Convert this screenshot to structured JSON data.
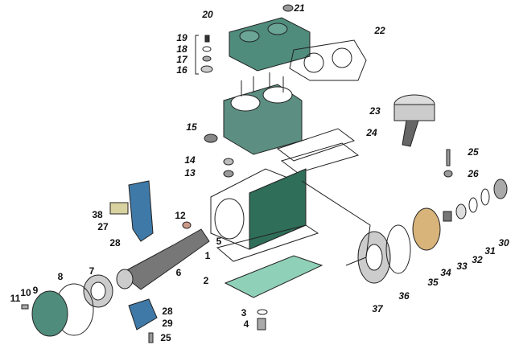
{
  "labels": {
    "p20": "20",
    "p21": "21",
    "p22": "22",
    "p19": "19",
    "p18": "18",
    "p17": "17",
    "p16": "16",
    "p23": "23",
    "p15": "15",
    "p24": "24",
    "p25a": "25",
    "p14": "14",
    "p26": "26",
    "p13": "13",
    "p38": "38",
    "p12": "12",
    "p27": "27",
    "p28a": "28",
    "p5": "5",
    "p1": "1",
    "p7": "7",
    "p6": "6",
    "p2": "2",
    "p8": "8",
    "p9": "9",
    "p10": "10",
    "p11": "11",
    "p28b": "28",
    "p29": "29",
    "p3": "3",
    "p4": "4",
    "p25b": "25",
    "p37": "37",
    "p36": "36",
    "p35": "35",
    "p34": "34",
    "p33": "33",
    "p32": "32",
    "p31": "31",
    "p30": "30"
  },
  "colors": {
    "green": "#4f8c7c",
    "block": "#2f6e58",
    "blue": "#3f79a8",
    "gasket": "#8fd0b8",
    "gray": "#8a8a8a"
  }
}
